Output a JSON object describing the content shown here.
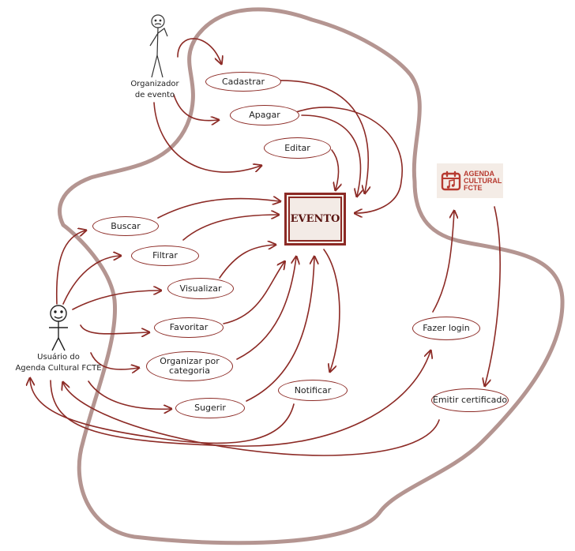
{
  "actors": {
    "organizer": {
      "label_line1": "Organizador",
      "label_line2": "de evento"
    },
    "user": {
      "label_line1": "Usuário do",
      "label_line2": "Agenda Cultural FCTE"
    }
  },
  "central": {
    "label": "EVENTO"
  },
  "logo": {
    "line1": "AGENDA",
    "line2": "CULTURAL",
    "line3": "FCTE"
  },
  "use_cases": {
    "cadastrar": "Cadastrar",
    "apagar": "Apagar",
    "editar": "Editar",
    "buscar": "Buscar",
    "filtrar": "Filtrar",
    "visualizar": "Visualizar",
    "favoritar": "Favoritar",
    "organizar": "Organizar por categoria",
    "sugerir": "Sugerir",
    "notificar": "Notificar",
    "fazer_login": "Fazer login",
    "emitir_certificado": "Emitir certificado"
  },
  "colors": {
    "line": "#8c2a25",
    "boundary": "#b49591",
    "evento_fill": "#f3ebe6",
    "logo_bg": "#f4ece6",
    "logo_red": "#b73a30"
  }
}
